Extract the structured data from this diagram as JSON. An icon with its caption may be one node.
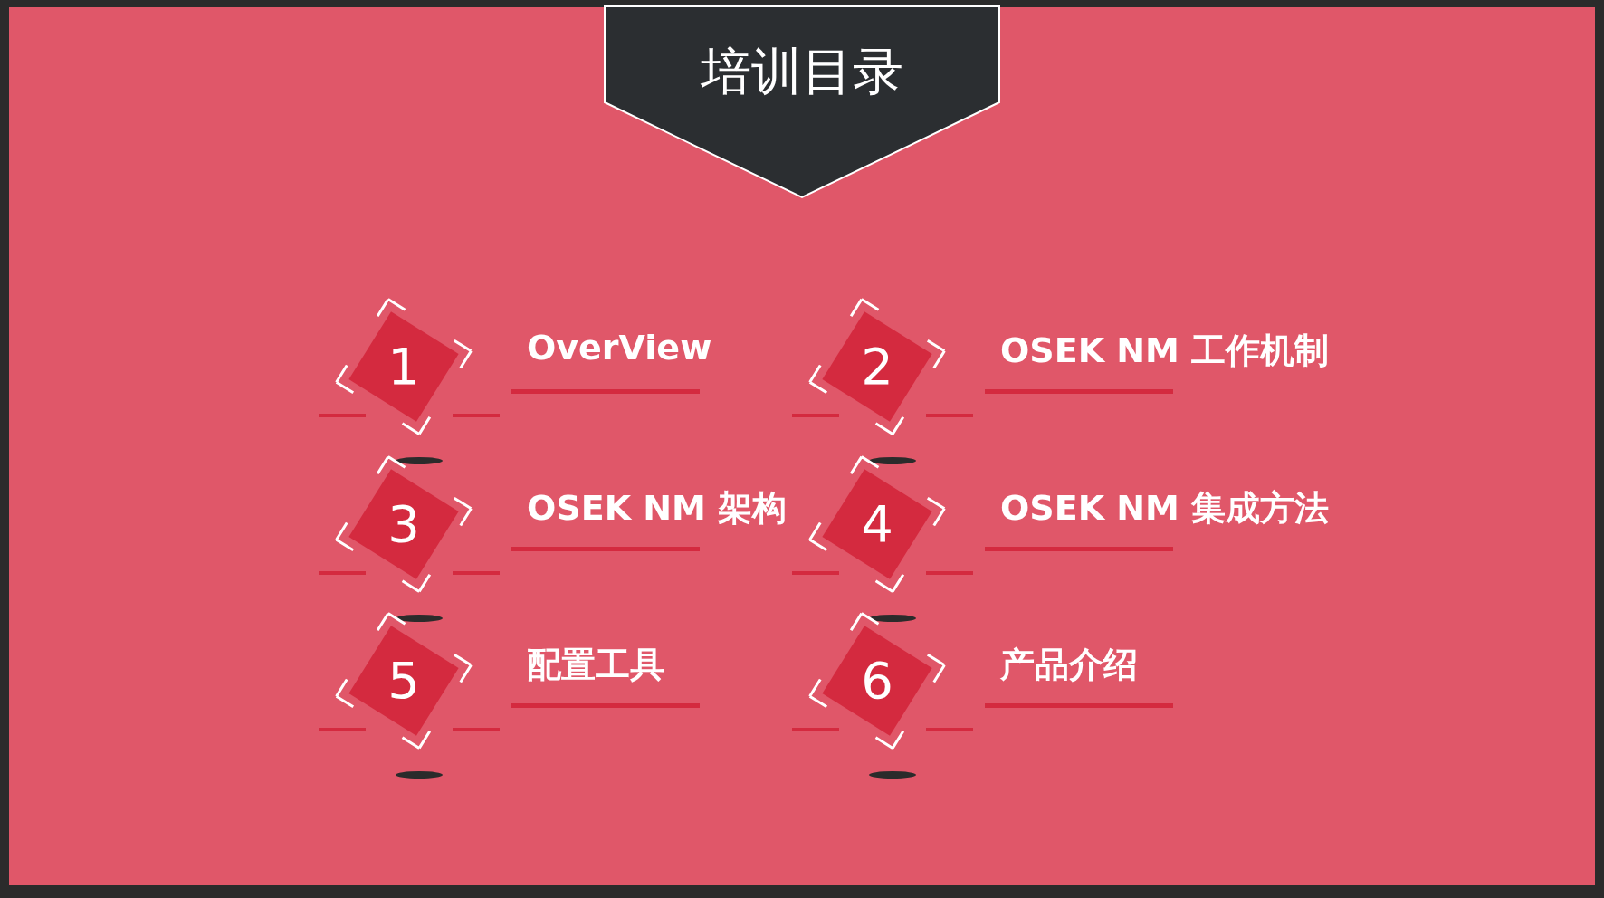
{
  "diagram": {
    "nodes": [
      {
        "text": [
          "培训目录"
        ]
      },
      {
        "text": [
          "1"
        ]
      },
      {
        "text": [
          "2"
        ]
      },
      {
        "text": [
          "3"
        ]
      },
      {
        "text": [
          "4"
        ]
      },
      {
        "text": [
          "5"
        ]
      },
      {
        "text": [
          "6"
        ]
      }
    ],
    "labels": [
      "OverView",
      "OSEK NM 工作机制",
      "OSEK NM 架构",
      "OSEK NM 集成方法",
      "配置工具",
      "产品介绍"
    ]
  }
}
